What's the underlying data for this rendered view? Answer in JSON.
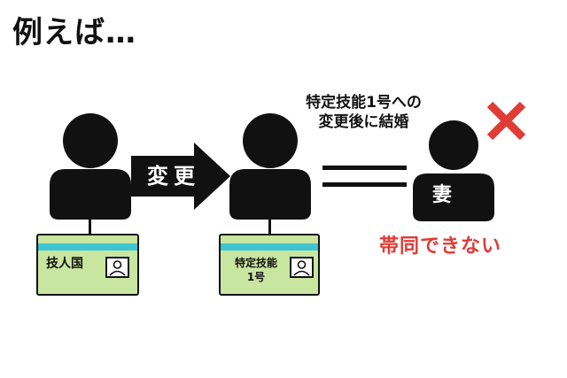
{
  "heading": "例えば…",
  "arrow_label": "変更",
  "note_lines": [
    "特定技能1号への",
    "変更後に結婚"
  ],
  "wife_label": "妻",
  "cannot_label": "帯同できない",
  "card1_label": "技人国",
  "card2_lines": [
    "特定技能",
    "1号"
  ],
  "icons": {
    "cross": "cross-icon",
    "id_photo": "id-photo-icon"
  },
  "colors": {
    "figure": "#111111",
    "card_fill": "#c8e6a0",
    "card_stripe": "#3fc4d2",
    "cross": "#e03b35",
    "cannot_text": "#e03b35"
  }
}
